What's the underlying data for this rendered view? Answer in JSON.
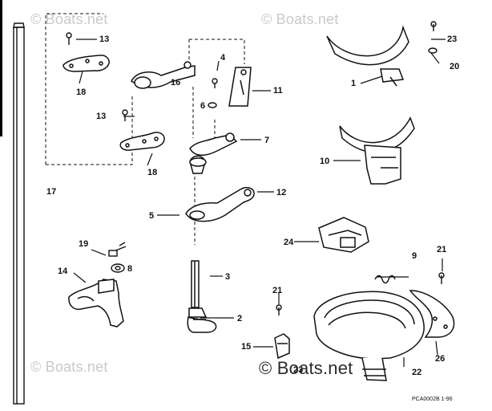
{
  "watermarks": {
    "top_left": "© Boats.net",
    "top_right": "© Boats.net",
    "bottom_left": "© Boats.net",
    "bottom_center": "© Boats.net"
  },
  "parts": {
    "p1": "1",
    "p2": "2",
    "p3": "3",
    "p4": "4",
    "p5": "5",
    "p6": "6",
    "p7": "7",
    "p8": "8",
    "p9": "9",
    "p10": "10",
    "p11": "11",
    "p12": "12",
    "p13a": "13",
    "p13b": "13",
    "p14": "14",
    "p15": "15",
    "p16": "16",
    "p17": "17",
    "p18a": "18",
    "p18b": "18",
    "p19": "19",
    "p20": "20",
    "p21a": "21",
    "p21b": "21",
    "p22": "22",
    "p23a": "23",
    "p23b": "23",
    "p24": "24",
    "p26": "26"
  },
  "footer_code": "PCA0002B  1-96"
}
